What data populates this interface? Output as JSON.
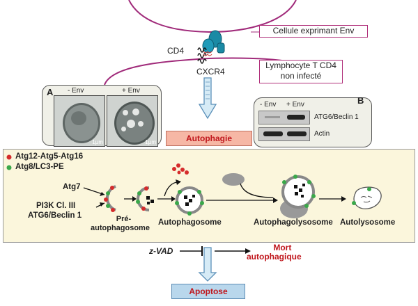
{
  "top_box": "Cellule exprimant Env",
  "cd4": "CD4",
  "cxcr4": "CXCR4",
  "lymph_box_line1": "Lymphocyte T CD4",
  "lymph_box_line2": "non infecté",
  "panel_a": {
    "letter": "A",
    "minus_env": "- Env",
    "plus_env": "+ Env",
    "scale": "1μm"
  },
  "panel_b": {
    "letter": "B",
    "minus_env": "- Env",
    "plus_env": "+ Env",
    "row1": "ATG6/Beclin 1",
    "row2": "Actin"
  },
  "autophagie": "Autophagie",
  "legend": {
    "red": "Atg12-Atg5-Atg16",
    "green": "Atg8/LC3-PE"
  },
  "inputs": {
    "atg7": "Atg7",
    "pi3k": "PI3K Cl. III",
    "beclin": "ATG6/Beclin 1"
  },
  "stages": {
    "pre1": "Pré-",
    "pre2": "autophagosome",
    "autophagosome": "Autophagosome",
    "autophagolysosome": "Autophagolysosome",
    "autolysosome": "Autolysosome"
  },
  "zvad": "z-VAD",
  "mort1": "Mort",
  "mort2": "autophagique",
  "apoptose": "Apoptose",
  "colors": {
    "membrane": "#b0307a",
    "receptor": "#1a8aa5",
    "red_dot": "#d52b2b",
    "green_dot": "#3aa84a",
    "accent_red": "#c0161c"
  }
}
